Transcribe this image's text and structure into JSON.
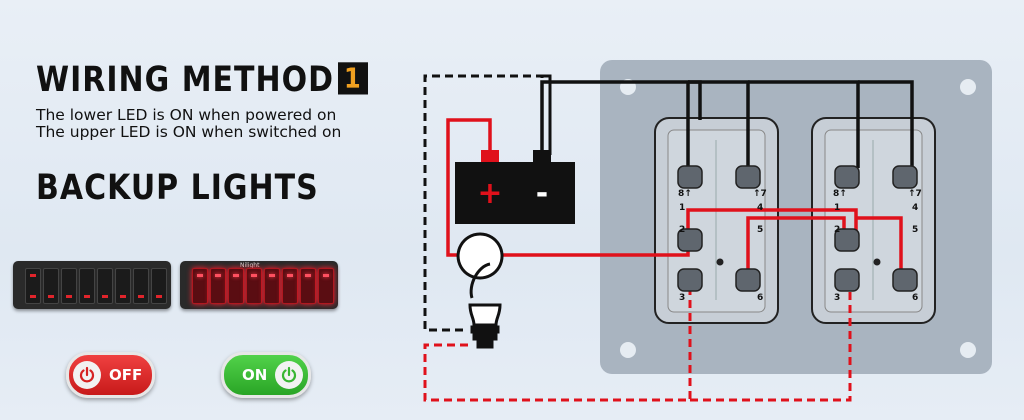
{
  "heading": {
    "title": "WIRING METHOD",
    "badge": "1"
  },
  "description": {
    "line1": "The lower LED is ON when powered on",
    "line2": "The upper LED is ON when switched on"
  },
  "subtitle": "BACKUP LIGHTS",
  "panels": {
    "brand": "Nilight"
  },
  "buttons": {
    "off_label": "OFF",
    "on_label": "ON"
  },
  "battery": {
    "positive": "+",
    "negative": "-"
  },
  "switch_pins": {
    "top_left": "8↑",
    "top_right": "↑7",
    "p1": "1",
    "p4": "4",
    "p2": "2",
    "p5": "5",
    "p3": "3",
    "p6": "6"
  },
  "colors": {
    "wire_red": "#e0111b",
    "wire_black": "#111111",
    "badge_text": "#f0a020",
    "off": "#d62222",
    "on": "#38b632"
  },
  "icons": [
    "power-icon",
    "lightbulb-icon",
    "battery-icon"
  ]
}
